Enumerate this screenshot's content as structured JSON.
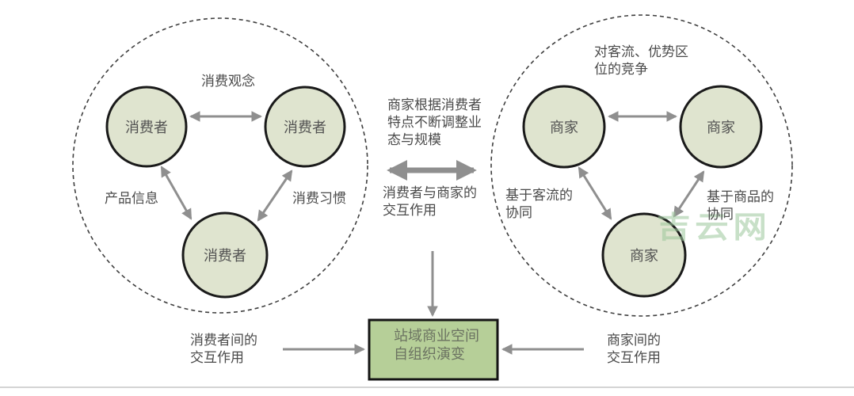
{
  "colors": {
    "node_fill": "#dfe4cf",
    "node_stroke": "#1a1a1a",
    "box_fill": "#b6cf98",
    "box_stroke": "#141414",
    "arrow": "#8f8f8f",
    "text": "#4a4a4a",
    "watermark": "#9cc89c"
  },
  "left_cluster": {
    "nodes": [
      "消费者",
      "消费者",
      "消费者"
    ],
    "top_label": "消费观念",
    "left_label": "产品信息",
    "right_label": "消费习惯",
    "caption": "消费者间的\n交互作用"
  },
  "right_cluster": {
    "nodes": [
      "商家",
      "商家",
      "商家"
    ],
    "top_label": "对客流、优势区\n位的竞争",
    "left_label": "基于客流的\n协同",
    "right_label": "基于商品的\n协同",
    "caption": "商家间的\n交互作用"
  },
  "center": {
    "top_note": "商家根据消费者\n特点不断调整业\n态与规模",
    "bottom_note": "消费者与商家的\n交互作用",
    "box_label": "站域商业空间\n自组织演变"
  },
  "watermark": "吉云网"
}
